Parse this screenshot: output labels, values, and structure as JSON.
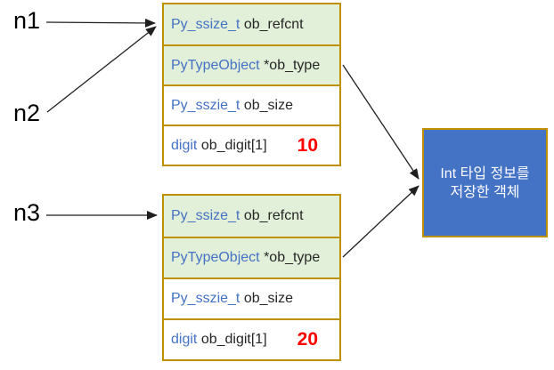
{
  "pointers": [
    {
      "label": "n1"
    },
    {
      "label": "n2"
    },
    {
      "label": "n3"
    }
  ],
  "structs": [
    {
      "name": "int-object-10",
      "rows": [
        {
          "type": "Py_ssize_t",
          "field": "ob_refcnt",
          "value": "",
          "highlighted": true
        },
        {
          "type": "PyTypeObject",
          "field": "*ob_type",
          "value": "",
          "highlighted": true
        },
        {
          "type": "Py_sszie_t",
          "field": "ob_size",
          "value": "",
          "highlighted": false
        },
        {
          "type": "digit",
          "field": "ob_digit[1]",
          "value": "10",
          "highlighted": false
        }
      ]
    },
    {
      "name": "int-object-20",
      "rows": [
        {
          "type": "Py_ssize_t",
          "field": "ob_refcnt",
          "value": "",
          "highlighted": true
        },
        {
          "type": "PyTypeObject",
          "field": "*ob_type",
          "value": "",
          "highlighted": true
        },
        {
          "type": "Py_sszie_t",
          "field": "ob_size",
          "value": "",
          "highlighted": false
        },
        {
          "type": "digit",
          "field": "ob_digit[1]",
          "value": "20",
          "highlighted": false
        }
      ]
    }
  ],
  "type_box": {
    "line1": "Int 타입 정보를",
    "line2": "저장한 객체"
  },
  "arrows": [
    {
      "from": "n1",
      "to": "int-object-10.ob_refcnt"
    },
    {
      "from": "n2",
      "to": "int-object-10.ob_refcnt"
    },
    {
      "from": "n3",
      "to": "int-object-20.ob_refcnt"
    },
    {
      "from": "int-object-10.ob_type",
      "to": "int-type-object"
    },
    {
      "from": "int-object-20.ob_type",
      "to": "int-type-object"
    }
  ],
  "colors": {
    "row_green": "#e2efd9",
    "border_gold": "#bf9000",
    "box_blue": "#4472c4",
    "type_blue": "#4472c4",
    "value_red": "#ff0000",
    "text_dark": "#262626",
    "arrow_black": "#1f1f1f",
    "box_text_white": "#ffffff"
  }
}
